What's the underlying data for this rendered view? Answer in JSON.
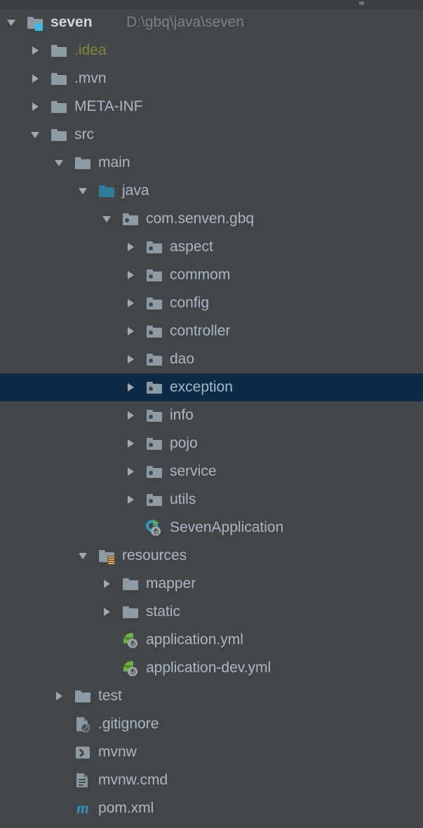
{
  "window": {
    "title": "Project tool window",
    "theme": "darcula"
  },
  "colors": {
    "background": "#434649",
    "selection": "#0D2B45",
    "text": "#A9B7C6",
    "text_dim": "#808080",
    "excluded": "#878733",
    "module_badge": "#3DB8E8",
    "source_root": "#2E7D9B",
    "spring_green": "#6DB33F",
    "maven_blue": "#3592C4",
    "run_green": "#59A869"
  },
  "tree": {
    "rows": [
      {
        "label": "seven",
        "secondary": "D:\\gbq\\java\\seven",
        "depth": 0,
        "twisty": "expanded",
        "icon": "module-folder-icon",
        "style": "bold",
        "selected": false
      },
      {
        "label": ".idea",
        "secondary": "",
        "depth": 1,
        "twisty": "collapsed",
        "icon": "folder-icon",
        "style": "excluded",
        "selected": false
      },
      {
        "label": ".mvn",
        "secondary": "",
        "depth": 1,
        "twisty": "collapsed",
        "icon": "folder-icon",
        "style": "normal",
        "selected": false
      },
      {
        "label": "META-INF",
        "secondary": "",
        "depth": 1,
        "twisty": "collapsed",
        "icon": "folder-icon",
        "style": "normal",
        "selected": false
      },
      {
        "label": "src",
        "secondary": "",
        "depth": 1,
        "twisty": "expanded",
        "icon": "folder-icon",
        "style": "normal",
        "selected": false
      },
      {
        "label": "main",
        "secondary": "",
        "depth": 2,
        "twisty": "expanded",
        "icon": "folder-icon",
        "style": "normal",
        "selected": false
      },
      {
        "label": "java",
        "secondary": "",
        "depth": 3,
        "twisty": "expanded",
        "icon": "source-root-folder-icon",
        "style": "normal",
        "selected": false
      },
      {
        "label": "com.senven.gbq",
        "secondary": "",
        "depth": 4,
        "twisty": "expanded",
        "icon": "package-icon",
        "style": "normal",
        "selected": false
      },
      {
        "label": "aspect",
        "secondary": "",
        "depth": 5,
        "twisty": "collapsed",
        "icon": "package-icon",
        "style": "normal",
        "selected": false
      },
      {
        "label": "commom",
        "secondary": "",
        "depth": 5,
        "twisty": "collapsed",
        "icon": "package-icon",
        "style": "normal",
        "selected": false
      },
      {
        "label": "config",
        "secondary": "",
        "depth": 5,
        "twisty": "collapsed",
        "icon": "package-icon",
        "style": "normal",
        "selected": false
      },
      {
        "label": "controller",
        "secondary": "",
        "depth": 5,
        "twisty": "collapsed",
        "icon": "package-icon",
        "style": "normal",
        "selected": false
      },
      {
        "label": "dao",
        "secondary": "",
        "depth": 5,
        "twisty": "collapsed",
        "icon": "package-icon",
        "style": "normal",
        "selected": false
      },
      {
        "label": "exception",
        "secondary": "",
        "depth": 5,
        "twisty": "collapsed",
        "icon": "package-icon",
        "style": "normal",
        "selected": true
      },
      {
        "label": "info",
        "secondary": "",
        "depth": 5,
        "twisty": "collapsed",
        "icon": "package-icon",
        "style": "normal",
        "selected": false
      },
      {
        "label": "pojo",
        "secondary": "",
        "depth": 5,
        "twisty": "collapsed",
        "icon": "package-icon",
        "style": "normal",
        "selected": false
      },
      {
        "label": "service",
        "secondary": "",
        "depth": 5,
        "twisty": "collapsed",
        "icon": "package-icon",
        "style": "normal",
        "selected": false
      },
      {
        "label": "utils",
        "secondary": "",
        "depth": 5,
        "twisty": "collapsed",
        "icon": "package-icon",
        "style": "normal",
        "selected": false
      },
      {
        "label": "SevenApplication",
        "secondary": "",
        "depth": 5,
        "twisty": "none",
        "icon": "java-class-runnable-icon",
        "style": "normal",
        "selected": false
      },
      {
        "label": "resources",
        "secondary": "",
        "depth": 3,
        "twisty": "expanded",
        "icon": "resources-root-folder-icon",
        "style": "normal",
        "selected": false
      },
      {
        "label": "mapper",
        "secondary": "",
        "depth": 4,
        "twisty": "collapsed",
        "icon": "folder-icon",
        "style": "normal",
        "selected": false
      },
      {
        "label": "static",
        "secondary": "",
        "depth": 4,
        "twisty": "collapsed",
        "icon": "folder-icon",
        "style": "normal",
        "selected": false
      },
      {
        "label": "application.yml",
        "secondary": "",
        "depth": 4,
        "twisty": "none",
        "icon": "spring-config-icon",
        "style": "normal",
        "selected": false
      },
      {
        "label": "application-dev.yml",
        "secondary": "",
        "depth": 4,
        "twisty": "none",
        "icon": "spring-config-icon",
        "style": "normal",
        "selected": false
      },
      {
        "label": "test",
        "secondary": "",
        "depth": 2,
        "twisty": "collapsed",
        "icon": "folder-icon",
        "style": "normal",
        "selected": false
      },
      {
        "label": ".gitignore",
        "secondary": "",
        "depth": 2,
        "twisty": "none",
        "icon": "gitignore-file-icon",
        "style": "normal",
        "selected": false
      },
      {
        "label": "mvnw",
        "secondary": "",
        "depth": 2,
        "twisty": "none",
        "icon": "shell-script-icon",
        "style": "normal",
        "selected": false
      },
      {
        "label": "mvnw.cmd",
        "secondary": "",
        "depth": 2,
        "twisty": "none",
        "icon": "text-file-icon",
        "style": "normal",
        "selected": false
      },
      {
        "label": "pom.xml",
        "secondary": "",
        "depth": 2,
        "twisty": "none",
        "icon": "maven-pom-icon",
        "style": "normal",
        "selected": false
      }
    ]
  }
}
